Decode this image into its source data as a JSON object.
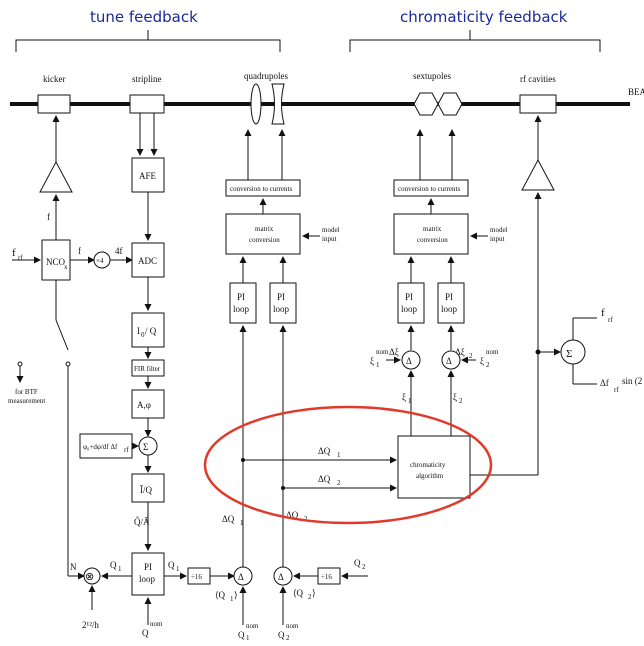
{
  "headers": {
    "tune": "tune feedback",
    "chromaticity": "chromaticity feedback"
  },
  "beam": {
    "label": "BEA"
  },
  "elements": {
    "kicker": "kicker",
    "stripline": "stripline",
    "quadrupoles": "quadrupoles",
    "sextupoles": "sextupoles",
    "rf_cavities": "rf cavities"
  },
  "blocks": {
    "afe": "AFE",
    "adc": "ADC",
    "nco": "NCO",
    "nco_sub": "x",
    "x4": "×4",
    "iq": "I",
    "iq_sub": "0",
    "iq_div": "/ Q",
    "iq_sub2": "0",
    "fir": "FIR filter",
    "aphi": "A,φ",
    "phi_expr": "φ₀+dφ/df Δf",
    "phi_sub": "rf",
    "iq_tilde": "Ĩ/Q",
    "qa_tilde": "Q̃/Ã",
    "conv_currents": "conversion to currents",
    "matrix1": "matrix",
    "matrix2": "conversion",
    "model1": "model",
    "model2": "input",
    "pi1": "PI",
    "pi2": "loop",
    "chrom1": "chromaticity",
    "chrom2": "algorithm",
    "div16": "÷16",
    "sigma": "Σ",
    "delta": "Δ",
    "mult": "⊗"
  },
  "signals": {
    "f_rf": "f",
    "f_rf_sub": "rf",
    "f": "f",
    "f4": "4f",
    "N": "N",
    "btf1": "for BTF",
    "btf2": "measurement",
    "two12h": "2¹²/h",
    "Q1": "Q",
    "Q1_sub": "1",
    "Q2": "Q",
    "Q2_sub": "2",
    "dQ1": "ΔQ",
    "dQ1_sub": "1",
    "dQ2": "ΔQ",
    "dQ2_sub": "2",
    "avgQ1": "⟨Q",
    "avgQ1_sub": "1",
    "avgQ2": "⟨Q",
    "avgQ2_sub": "2",
    "close": "⟩",
    "Qnom1": "Q",
    "Qnom_sup": "nom",
    "dxi1": "Δξ",
    "dxi2": "Δξ",
    "xi": "ξ",
    "xi_sub1": "1",
    "xi_sub2": "2",
    "f_rf_right": "f",
    "df_rf": "Δf",
    "sin_text": "sin (2"
  },
  "highlight": {
    "color": "#e03a2a"
  }
}
